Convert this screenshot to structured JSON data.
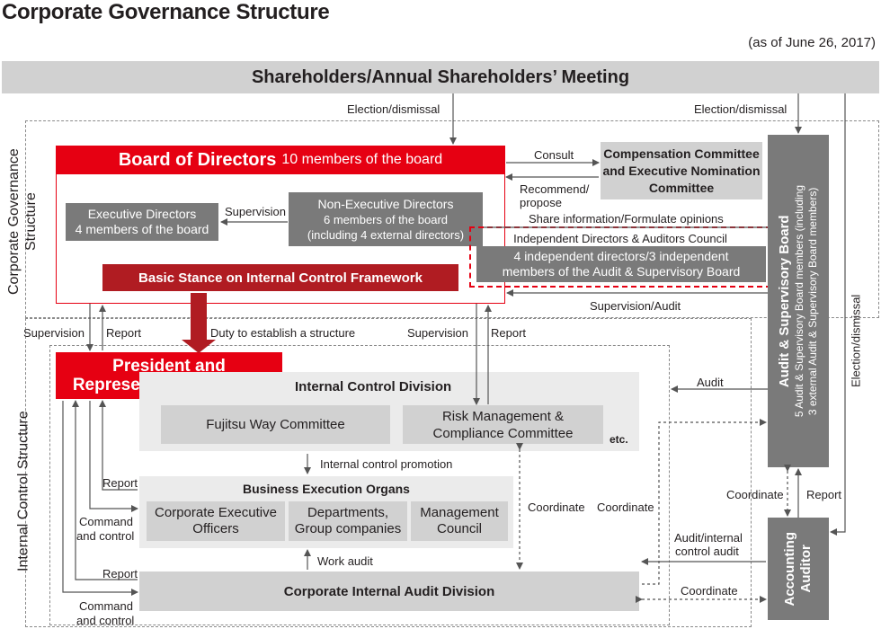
{
  "title": "Corporate Governance Structure",
  "as_of": "(as of June 26, 2017)",
  "shareholders": "Shareholders/Annual Shareholders’ Meeting",
  "sections": {
    "governance": "Corporate Governance Structure",
    "internal_control": "Internal Control Structure"
  },
  "board": {
    "title": "Board of Directors",
    "members": "10 members of the board",
    "executive_title": "Executive Directors",
    "executive_members": "4 members of the board",
    "nonexec_title": "Non-Executive Directors",
    "nonexec_members": "6 members of the board",
    "nonexec_note": "(including 4 external directors)",
    "basic_stance": "Basic Stance on Internal Control Framework"
  },
  "committee": {
    "line1": "Compensation Committee",
    "line2": "and Executive Nomination",
    "line3": "Committee"
  },
  "council": {
    "title": "Independent Directors & Auditors Council",
    "line1": "4 independent directors/3 independent",
    "line2": "members of the Audit & Supervisory Board"
  },
  "asb": {
    "title": "Audit & Supervisory Board",
    "line1": "5 Audit & Supervisory Board members (including",
    "line2": "3 external Audit & Supervisory Board members)"
  },
  "president": {
    "line1": "President and",
    "line2": "Representative Director"
  },
  "icd": {
    "title": "Internal Control Division",
    "fujitsu_way": "Fujitsu Way Committee",
    "risk_line1": "Risk Management &",
    "risk_line2": "Compliance Committee",
    "etc": "etc."
  },
  "beo": {
    "title": "Business Execution Organs",
    "officers_line1": "Corporate Executive",
    "officers_line2": "Officers",
    "departments_line1": "Departments,",
    "departments_line2": "Group companies",
    "council_line1": "Management",
    "council_line2": "Council"
  },
  "audit_division": "Corporate Internal Audit Division",
  "accounting_auditor": {
    "line1": "Accounting",
    "line2": "Auditor"
  },
  "labels": {
    "election_left": "Election/dismissal",
    "election_right": "Election/dismissal",
    "election_vertical": "Election/dismissal",
    "consult": "Consult",
    "recommend_1": "Recommend/",
    "recommend_2": "propose",
    "share_info": "Share information/Formulate opinions",
    "supervision_board": "Supervision",
    "supervision_audit": "Supervision/Audit",
    "supervision_left": "Supervision",
    "report_left": "Report",
    "duty": "Duty to establish a structure",
    "supervision_mid": "Supervision",
    "report_mid": "Report",
    "audit": "Audit",
    "ic_promotion": "Internal control promotion",
    "report_beo": "Report",
    "command_beo_1": "Command",
    "command_beo_2": "and control",
    "coordinate_1": "Coordinate",
    "coordinate_2": "Coordinate",
    "coordinate_3": "Coordinate",
    "coordinate_4": "Coordinate",
    "report_asb": "Report",
    "audit_internal_1": "Audit/internal",
    "audit_internal_2": "control audit",
    "work_audit": "Work audit",
    "report_ciad": "Report",
    "command_ciad_1": "Command",
    "command_ciad_2": "and control"
  },
  "colors": {
    "red": "#e60012",
    "dark_red": "#b01c22",
    "gray_box": "#7a7a7a",
    "light_gray_box": "#d1d1d1",
    "pale_gray_area": "#ebebeb"
  }
}
